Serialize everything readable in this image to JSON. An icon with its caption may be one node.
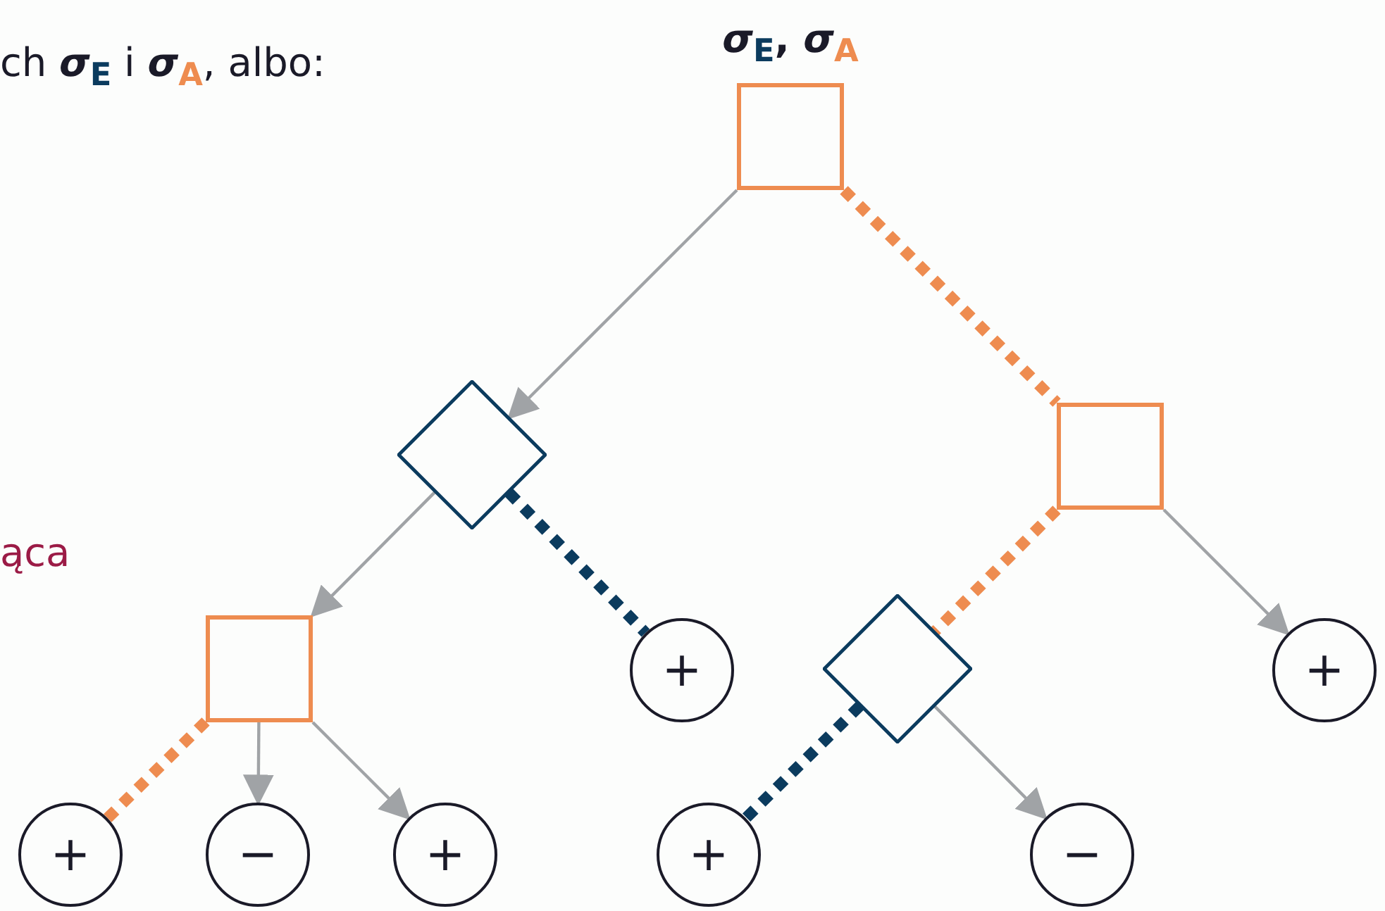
{
  "diagram": {
    "nodes": [
      {
        "text": [],
        "shape": "box",
        "beside": [
          "*σ*$_{E}$, *σ*$_{A}$"
        ]
      },
      {
        "text": [],
        "shape": "diamond"
      },
      {
        "text": [],
        "shape": "box"
      },
      {
        "text": [],
        "shape": "box"
      },
      {
        "text": [
          "+"
        ]
      },
      {
        "text": [],
        "shape": "diamond"
      },
      {
        "text": [
          "+"
        ]
      },
      {
        "text": [
          "+"
        ]
      },
      {
        "text": [
          "−"
        ]
      },
      {
        "text": [
          "+"
        ]
      },
      {
        "text": [
          "+"
        ]
      },
      {
        "text": [
          "−"
        ]
      }
    ],
    "edges": [
      {
        "from": 0,
        "to": 1,
        "arrow": "to"
      },
      {
        "from": 0,
        "to": 2,
        "arrow": "none",
        "style": "dashed",
        "color": "#ee8c50"
      },
      {
        "from": 1,
        "to": 3,
        "arrow": "to"
      },
      {
        "from": 1,
        "to": 4,
        "arrow": "none",
        "style": "dashed",
        "color": "#0b3b5e"
      },
      {
        "from": 2,
        "to": 5,
        "arrow": "none",
        "style": "dashed",
        "color": "#ee8c50"
      },
      {
        "from": 2,
        "to": 6,
        "arrow": "to"
      },
      {
        "from": 3,
        "to": 7,
        "arrow": "none",
        "style": "dashed",
        "color": "#ee8c50"
      },
      {
        "from": 3,
        "to": 8,
        "arrow": "to"
      },
      {
        "from": 3,
        "to": 9,
        "arrow": "to"
      },
      {
        "from": 5,
        "to": 10,
        "arrow": "none",
        "style": "dashed",
        "color": "#0b3b5e"
      },
      {
        "from": 5,
        "to": 11,
        "arrow": "to"
      }
    ],
    "labels": [
      "ch *σ*$_{E}$ i *σ*$_{A}$, albo:",
      "ąca"
    ]
  }
}
